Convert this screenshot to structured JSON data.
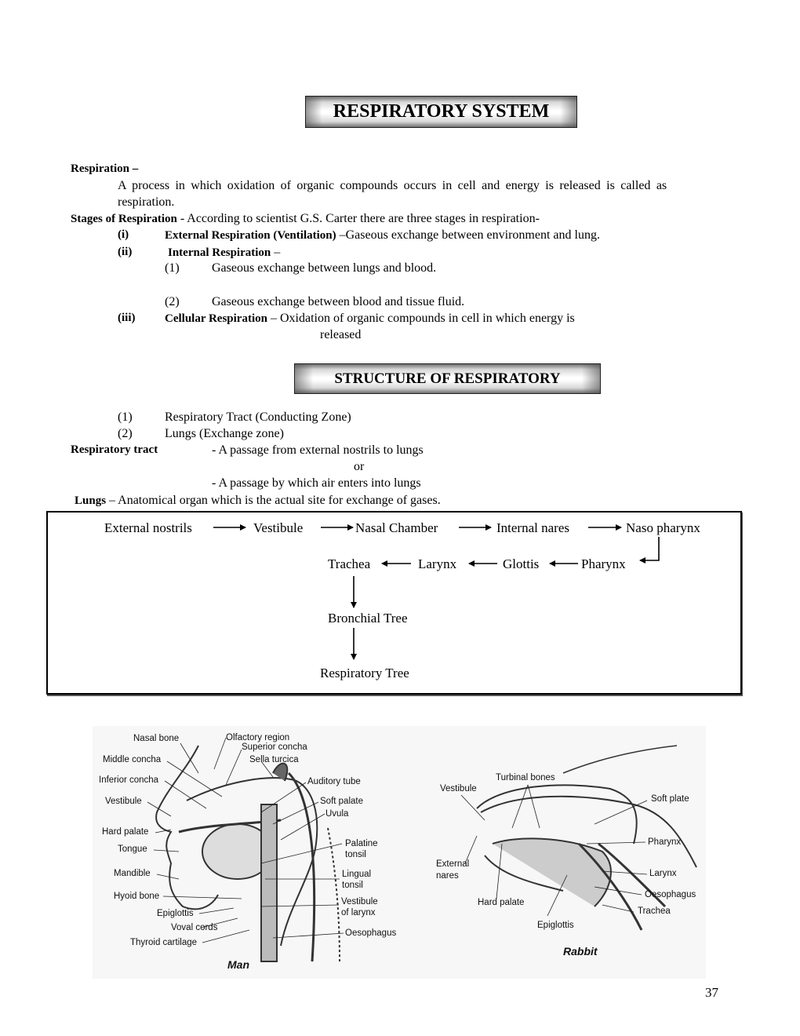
{
  "page": {
    "title": "RESPIRATORY SYSTEM",
    "page_number": "37"
  },
  "respiration": {
    "heading": "Respiration –",
    "definition_line1": "A process in which oxidation of organic compounds occurs in cell and energy is released is called as",
    "definition_line2": "respiration."
  },
  "stages": {
    "heading": "Stages of Respiration",
    "intro": " - According to scientist G.S. Carter there are three stages in respiration-",
    "items": [
      {
        "num": "(i)",
        "title": "External Respiration (Ventilation)",
        "text": " –Gaseous exchange between environment and lung."
      },
      {
        "num": "(ii)",
        "title": "Internal Respiration",
        "text": " –",
        "sub": [
          {
            "num": "(1)",
            "text": "Gaseous exchange between lungs and blood."
          },
          {
            "num": "(2)",
            "text": "Gaseous exchange between blood and tissue fluid."
          }
        ]
      },
      {
        "num": "(iii)",
        "title": "Cellular Respiration",
        "text": " – Oxidation of organic compounds in cell in which energy is",
        "text_cont": "released"
      }
    ]
  },
  "structure": {
    "title": "STRUCTURE OF RESPIRATORY",
    "parts": [
      {
        "num": "(1)",
        "text": "Respiratory Tract (Conducting Zone)"
      },
      {
        "num": "(2)",
        "text": "Lungs (Exchange zone)"
      }
    ],
    "tract_label": "Respiratory tract",
    "tract_def1": "- A passage from external nostrils to lungs",
    "tract_or": "or",
    "tract_def2": "- A passage by which air enters into lungs",
    "lungs_label": "Lungs",
    "lungs_def": " – Anatomical organ which is the actual site for exchange of gases."
  },
  "flow": {
    "row1": [
      "External nostrils",
      "Vestibule",
      "Nasal Chamber",
      "Internal nares",
      "Naso pharynx"
    ],
    "row2": [
      "Trachea",
      "Larynx",
      "Glottis",
      "Pharynx"
    ],
    "down": [
      "Bronchial Tree",
      "Respiratory Tree"
    ]
  },
  "figure": {
    "man": {
      "caption": "Man",
      "labels_left": [
        "Nasal bone",
        "Middle concha",
        "Inferior concha",
        "Vestibule",
        "Hard palate",
        "Tongue",
        "Mandible",
        "Hyoid bone",
        "Epiglottis",
        "Voval cords",
        "Thyroid cartilage"
      ],
      "labels_right": [
        "Olfactory region",
        "Superior concha",
        "Sella turcica",
        "Auditory tube",
        "Soft palate",
        "Uvula",
        "Palatine",
        "tonsil",
        "Lingual",
        "tonsil",
        "Vestibule",
        "of larynx",
        "Oesophagus"
      ]
    },
    "rabbit": {
      "caption": "Rabbit",
      "labels": [
        "Turbinal bones",
        "Vestibule",
        "Soft plate",
        "Pharynx",
        "External",
        "nares",
        "Larynx",
        "Oesophagus",
        "Hard palate",
        "Trachea",
        "Epiglottis"
      ]
    }
  }
}
